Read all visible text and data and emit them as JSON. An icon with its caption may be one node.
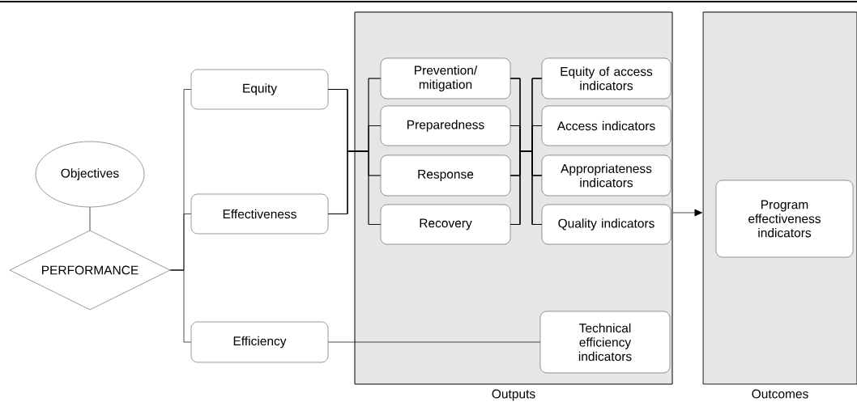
{
  "diagram": {
    "nodes": [
      {
        "text": [
          "Objectives"
        ]
      },
      {
        "text": [
          "PERFORMANCE"
        ]
      },
      {
        "text": [
          "Equity"
        ]
      },
      {
        "text": [
          "Effectiveness"
        ]
      },
      {
        "text": [
          "Efficiency"
        ]
      },
      {
        "text": [
          "Outputs"
        ]
      },
      {
        "text": [
          "Prevention/ mitigation"
        ],
        "in": 5
      },
      {
        "text": [
          "Preparedness"
        ],
        "in": 5
      },
      {
        "text": [
          "Response"
        ],
        "in": 5
      },
      {
        "text": [
          "Recovery"
        ],
        "in": 5
      },
      {
        "text": [
          "Equity of access indicators"
        ],
        "in": 5
      },
      {
        "text": [
          "Access indicators"
        ],
        "in": 5
      },
      {
        "text": [
          "Appropriateness indicators"
        ],
        "in": 5
      },
      {
        "text": [
          "Quality indicators"
        ],
        "in": 5
      },
      {
        "text": [
          "Technical efficiency indicators"
        ],
        "in": 5
      },
      {
        "text": [
          "Outcomes"
        ]
      },
      {
        "text": [
          "Program effectiveness indicators"
        ],
        "in": 15
      }
    ],
    "edges": [
      {
        "from": 0,
        "to": 1,
        "arrow": "none"
      },
      {
        "from": 1,
        "to": 2,
        "arrow": "none"
      },
      {
        "from": 1,
        "to": 3,
        "arrow": "none"
      },
      {
        "from": 1,
        "to": 4,
        "arrow": "none"
      },
      {
        "from": 2,
        "to": 6,
        "arrow": "none"
      },
      {
        "from": 2,
        "to": 7,
        "arrow": "none"
      },
      {
        "from": 2,
        "to": 8,
        "arrow": "none"
      },
      {
        "from": 2,
        "to": 9,
        "arrow": "none"
      },
      {
        "from": 3,
        "to": 6,
        "arrow": "none"
      },
      {
        "from": 3,
        "to": 7,
        "arrow": "none"
      },
      {
        "from": 3,
        "to": 8,
        "arrow": "none"
      },
      {
        "from": 3,
        "to": 9,
        "arrow": "none"
      },
      {
        "from": 6,
        "to": 10,
        "arrow": "none"
      },
      {
        "from": 6,
        "to": 11,
        "arrow": "none"
      },
      {
        "from": 6,
        "to": 12,
        "arrow": "none"
      },
      {
        "from": 6,
        "to": 13,
        "arrow": "none"
      },
      {
        "from": 7,
        "to": 10,
        "arrow": "none"
      },
      {
        "from": 7,
        "to": 11,
        "arrow": "none"
      },
      {
        "from": 7,
        "to": 12,
        "arrow": "none"
      },
      {
        "from": 7,
        "to": 13,
        "arrow": "none"
      },
      {
        "from": 8,
        "to": 10,
        "arrow": "none"
      },
      {
        "from": 8,
        "to": 11,
        "arrow": "none"
      },
      {
        "from": 8,
        "to": 12,
        "arrow": "none"
      },
      {
        "from": 8,
        "to": 13,
        "arrow": "none"
      },
      {
        "from": 9,
        "to": 10,
        "arrow": "none"
      },
      {
        "from": 9,
        "to": 11,
        "arrow": "none"
      },
      {
        "from": 9,
        "to": 12,
        "arrow": "none"
      },
      {
        "from": 9,
        "to": 13,
        "arrow": "none"
      },
      {
        "from": 4,
        "to": 14,
        "arrow": "none"
      },
      {
        "from": 5,
        "to": 15,
        "arrow": "to"
      }
    ]
  }
}
